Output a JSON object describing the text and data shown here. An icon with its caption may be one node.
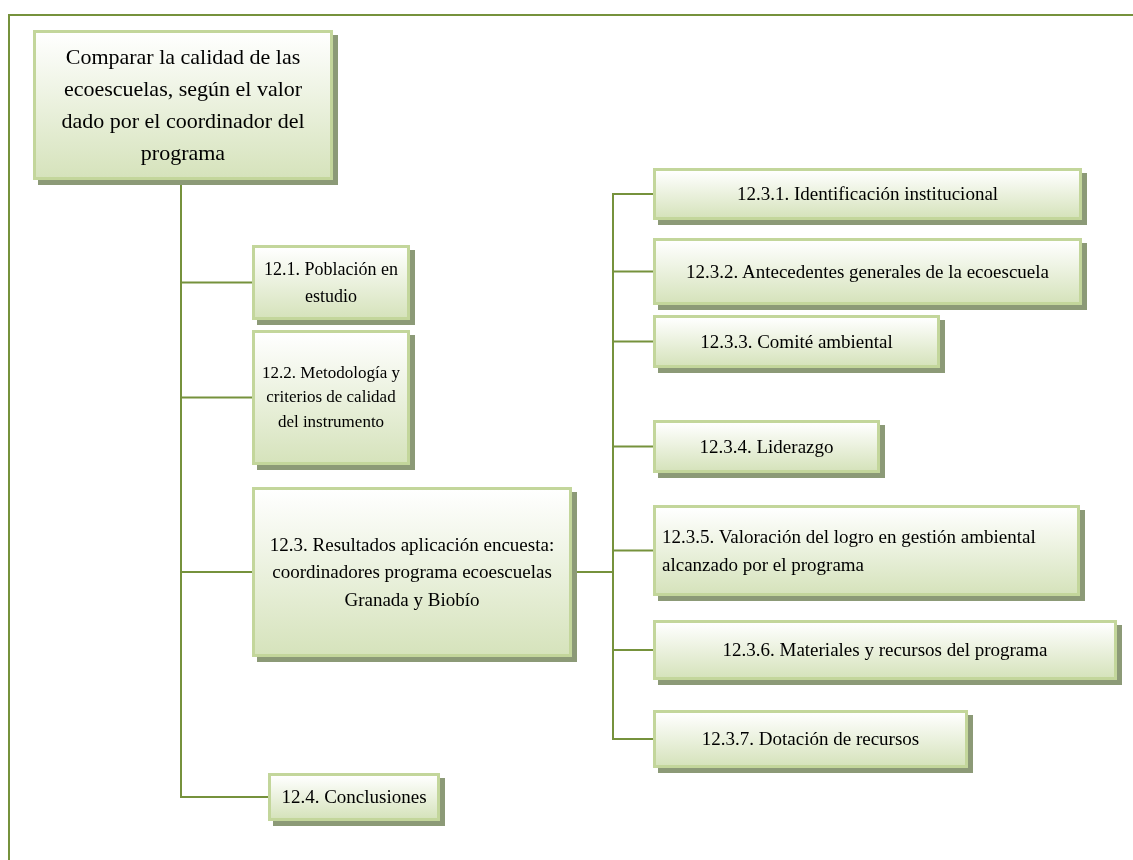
{
  "diagram": {
    "nodes": [
      {
        "text": [
          "Comparar la calidad de las ecoescuelas, según el valor dado por el coordinador del programa"
        ]
      },
      {
        "text": [
          "12.1. Población en estudio"
        ]
      },
      {
        "text": [
          "12.2. Metodología y criterios de calidad del instrumento"
        ]
      },
      {
        "text": [
          "12.3. Resultados aplicación encuesta: coordinadores programa ecoescuelas Granada y Biobío"
        ]
      },
      {
        "text": [
          "12.4. Conclusiones"
        ]
      },
      {
        "text": [
          "12.3.1. Identificación institucional"
        ]
      },
      {
        "text": [
          "12.3.2. Antecedentes generales de la ecoescuela"
        ]
      },
      {
        "text": [
          "12.3.3. Comité ambiental"
        ]
      },
      {
        "text": [
          "12.3.4. Liderazgo"
        ]
      },
      {
        "text": [
          "12.3.5. Valoración del logro en gestión ambiental alcanzado por el programa"
        ]
      },
      {
        "text": [
          "12.3.6. Materiales y recursos del programa"
        ]
      },
      {
        "text": [
          "12.3.7. Dotación de recursos"
        ]
      }
    ],
    "edges": [
      {
        "from": 0,
        "to": 1,
        "arrow": "none"
      },
      {
        "from": 0,
        "to": 2,
        "arrow": "none"
      },
      {
        "from": 0,
        "to": 3,
        "arrow": "none"
      },
      {
        "from": 0,
        "to": 4,
        "arrow": "none"
      },
      {
        "from": 3,
        "to": 5,
        "arrow": "none"
      },
      {
        "from": 3,
        "to": 6,
        "arrow": "none"
      },
      {
        "from": 3,
        "to": 7,
        "arrow": "none"
      },
      {
        "from": 3,
        "to": 8,
        "arrow": "none"
      },
      {
        "from": 3,
        "to": 9,
        "arrow": "none"
      },
      {
        "from": 3,
        "to": 10,
        "arrow": "none"
      },
      {
        "from": 3,
        "to": 11,
        "arrow": "none"
      }
    ]
  }
}
